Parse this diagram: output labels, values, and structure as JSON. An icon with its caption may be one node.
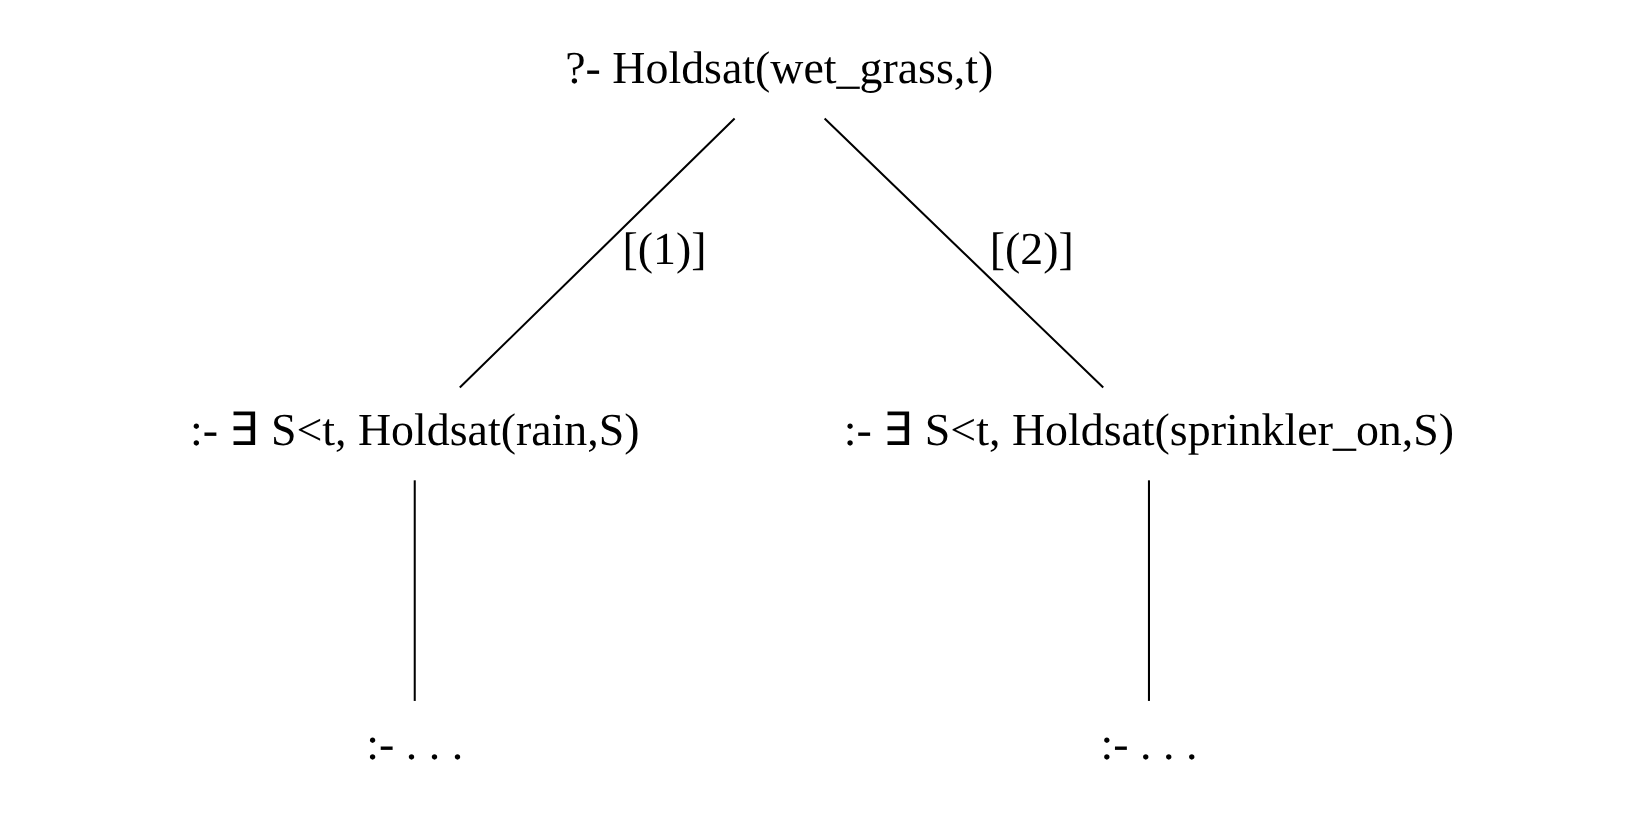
{
  "diagram": {
    "nodes": [
      {
        "text": [
          "?- Holdsat(wet_grass,t)"
        ]
      },
      {
        "text": [
          ":- ∃ S<t, Holdsat(rain,S)"
        ]
      },
      {
        "text": [
          ":- ∃ S<t, Holdsat(sprinkler_on,S)"
        ]
      },
      {
        "text": [
          ":- . . ."
        ]
      },
      {
        "text": [
          ":- . . ."
        ]
      }
    ],
    "edges": [
      {
        "from": 0,
        "to": 1,
        "arrow": "none",
        "label": "[(1)]"
      },
      {
        "from": 0,
        "to": 2,
        "arrow": "none",
        "label": "[(2)]"
      },
      {
        "from": 1,
        "to": 3,
        "arrow": "none"
      },
      {
        "from": 2,
        "to": 4,
        "arrow": "none"
      }
    ]
  }
}
